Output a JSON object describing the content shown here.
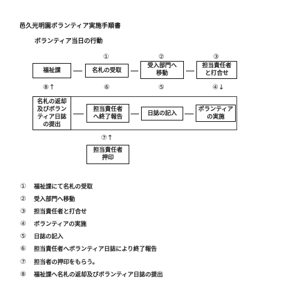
{
  "document": {
    "title": "邑久光明園ボランティア実施手順書",
    "subtitle": "ボランティア当日の行動"
  },
  "flow": {
    "row1": {
      "labels": [
        "①",
        "②",
        "③"
      ],
      "boxes": [
        [
          "福祉課"
        ],
        [
          "名札の受取"
        ],
        [
          "受入部門へ",
          "移動"
        ],
        [
          "担当責任者",
          "と打合せ"
        ]
      ]
    },
    "row2": {
      "labels": [
        "⑧↑",
        "⑥",
        "⑤",
        "④↓"
      ],
      "boxes": [
        [
          "名札の返却",
          "及びボラン",
          "ティア日誌",
          "の提出"
        ],
        [
          "担当責任者",
          "へ終了報告"
        ],
        [
          "日誌の記入"
        ],
        [
          "ボランティア",
          "の実施"
        ]
      ]
    },
    "row3": {
      "labels": [
        "⑦↑"
      ],
      "boxes": [
        [
          "担当責任者",
          "押印"
        ]
      ]
    }
  },
  "steps": [
    {
      "num": "①",
      "text": "福祉課にて名札の受取"
    },
    {
      "num": "②",
      "text": "受入部門へ移動"
    },
    {
      "num": "③",
      "text": "担当責任者と打合せ"
    },
    {
      "num": "④",
      "text": "ボランティアの実施"
    },
    {
      "num": "⑤",
      "text": "日誌の記入"
    },
    {
      "num": "⑥",
      "text": "担当責任者へボランティア日誌により終了報告"
    },
    {
      "num": "⑦",
      "text": "担当者の押印をもらう。"
    },
    {
      "num": "⑧",
      "text": "福祉課へ名札の返却及びボランティア日誌の提出"
    }
  ]
}
